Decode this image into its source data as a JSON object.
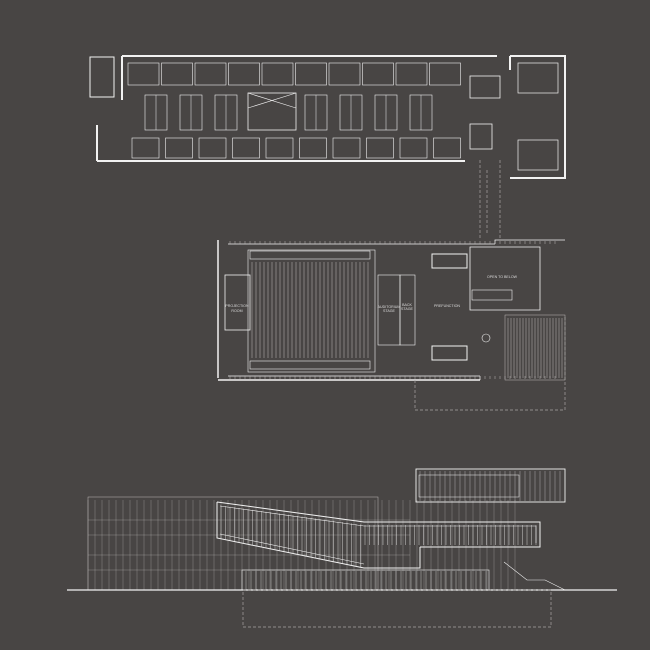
{
  "drawing": {
    "background": "#484544",
    "line_color": "#f2f2f2",
    "auditorium_plan": {
      "labels": {
        "projection_room": [
          "PROJECTION",
          "ROOM"
        ],
        "auditorium_stage": [
          "AUDITORIUM",
          "STAGE"
        ],
        "back_stage": [
          "BACK",
          "STAGE"
        ],
        "prefunction": "PREFUNCTION",
        "open_to_below": "OPEN TO BELOW"
      }
    }
  }
}
